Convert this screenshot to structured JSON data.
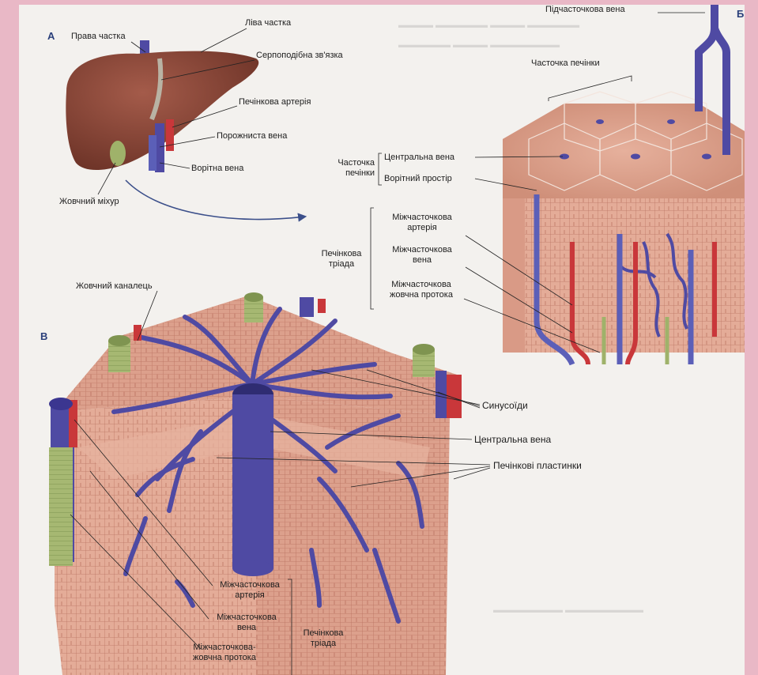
{
  "panels": {
    "a": "A",
    "b": "Б",
    "c": "В"
  },
  "panel_a": {
    "right_lobe": "Права частка",
    "left_lobe": "Ліва частка",
    "falciform_ligament": "Серпоподібна зв'язка",
    "hepatic_artery": "Печінкова артерія",
    "vena_cava": "Порожниста вена",
    "portal_vein": "Ворітна вена",
    "gallbladder": "Жовчний міхур"
  },
  "panel_b": {
    "sublobular_vein": "Підчасточкова вена",
    "liver_lobule": "Часточка печінки",
    "lobule_bracket": [
      "Часточка",
      "печінки"
    ],
    "central_vein": "Центральна вена",
    "portal_space": "Ворітний простір",
    "triad_bracket": [
      "Печінкова",
      "тріада"
    ],
    "interlobular_artery": [
      "Міжчасточкова",
      "артерія"
    ],
    "interlobular_vein": [
      "Міжчасточкова",
      "вена"
    ],
    "interlobular_bile_duct": [
      "Міжчасточкова",
      "жовчна протока"
    ]
  },
  "panel_c": {
    "bile_canaliculus": "Жовчний каналець",
    "sinusoids": "Синусоїди",
    "central_vein": "Центральна вена",
    "hepatic_plates": "Печінкові пластинки",
    "interlobular_artery": [
      "Міжчасточкова",
      "артерія"
    ],
    "interlobular_vein": [
      "Міжчасточкова",
      "вена"
    ],
    "interlobular_bile_duct": [
      "Міжчасточкова-",
      "жовчна протока"
    ],
    "triad_bracket": [
      "Печінкова",
      "тріада"
    ]
  },
  "colors": {
    "liver": "#8a4a3c",
    "tissue": "#d99a86",
    "vein": "#4f4aa3",
    "artery": "#c9373a",
    "bile": "#9fb26a"
  }
}
